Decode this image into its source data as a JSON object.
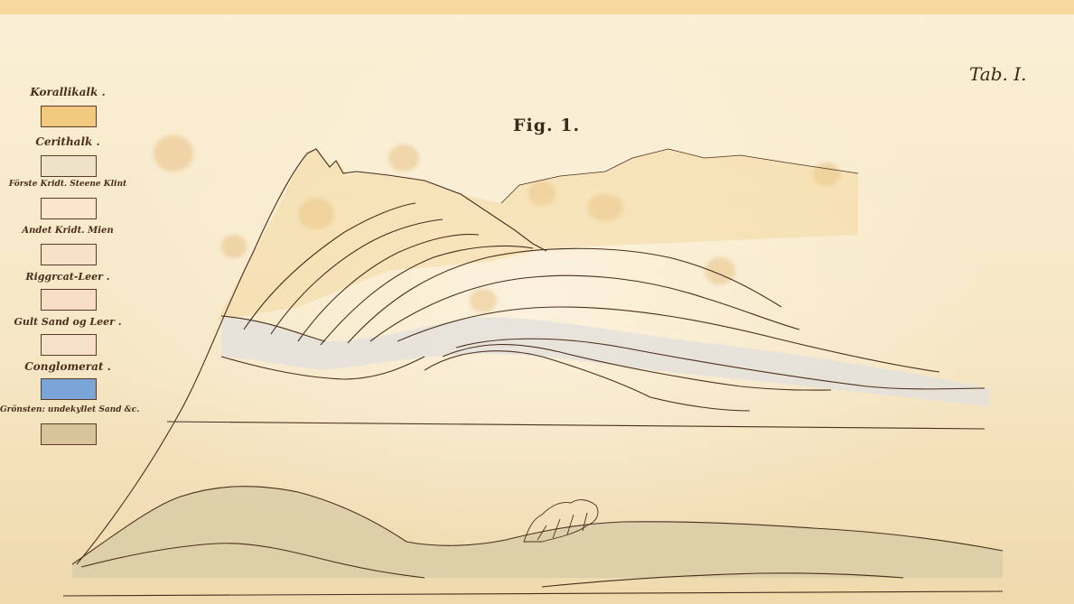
{
  "plate_label": "Tab. I.",
  "figure_title": "Fig. 1.",
  "legend": [
    {
      "label": "Korallikalk .",
      "color": "#f0c97e"
    },
    {
      "label": "Cerithalk .",
      "color": "#efe2cb"
    },
    {
      "label": "Förste Kridt. Steene Klint",
      "color": "#fbe6cc"
    },
    {
      "label": "Andet Kridt. Mien",
      "color": "#f8e2c6"
    },
    {
      "label": "Riggrcat-Leer .",
      "color": "#f6dfc5"
    },
    {
      "label": "Gult Sand og Leer .",
      "color": "#f7e0c9"
    },
    {
      "label": "Conglomerat .",
      "color": "#7aa5d6"
    },
    {
      "label": "Grönsten: undekyllet Sand &c.",
      "color": "#d8c49a"
    }
  ],
  "colors": {
    "ink": "#4a2e1c",
    "conglomerate_band": "#e6e3dd",
    "lower_formation": "#d9cea7",
    "paper": "#f3e2bf"
  }
}
